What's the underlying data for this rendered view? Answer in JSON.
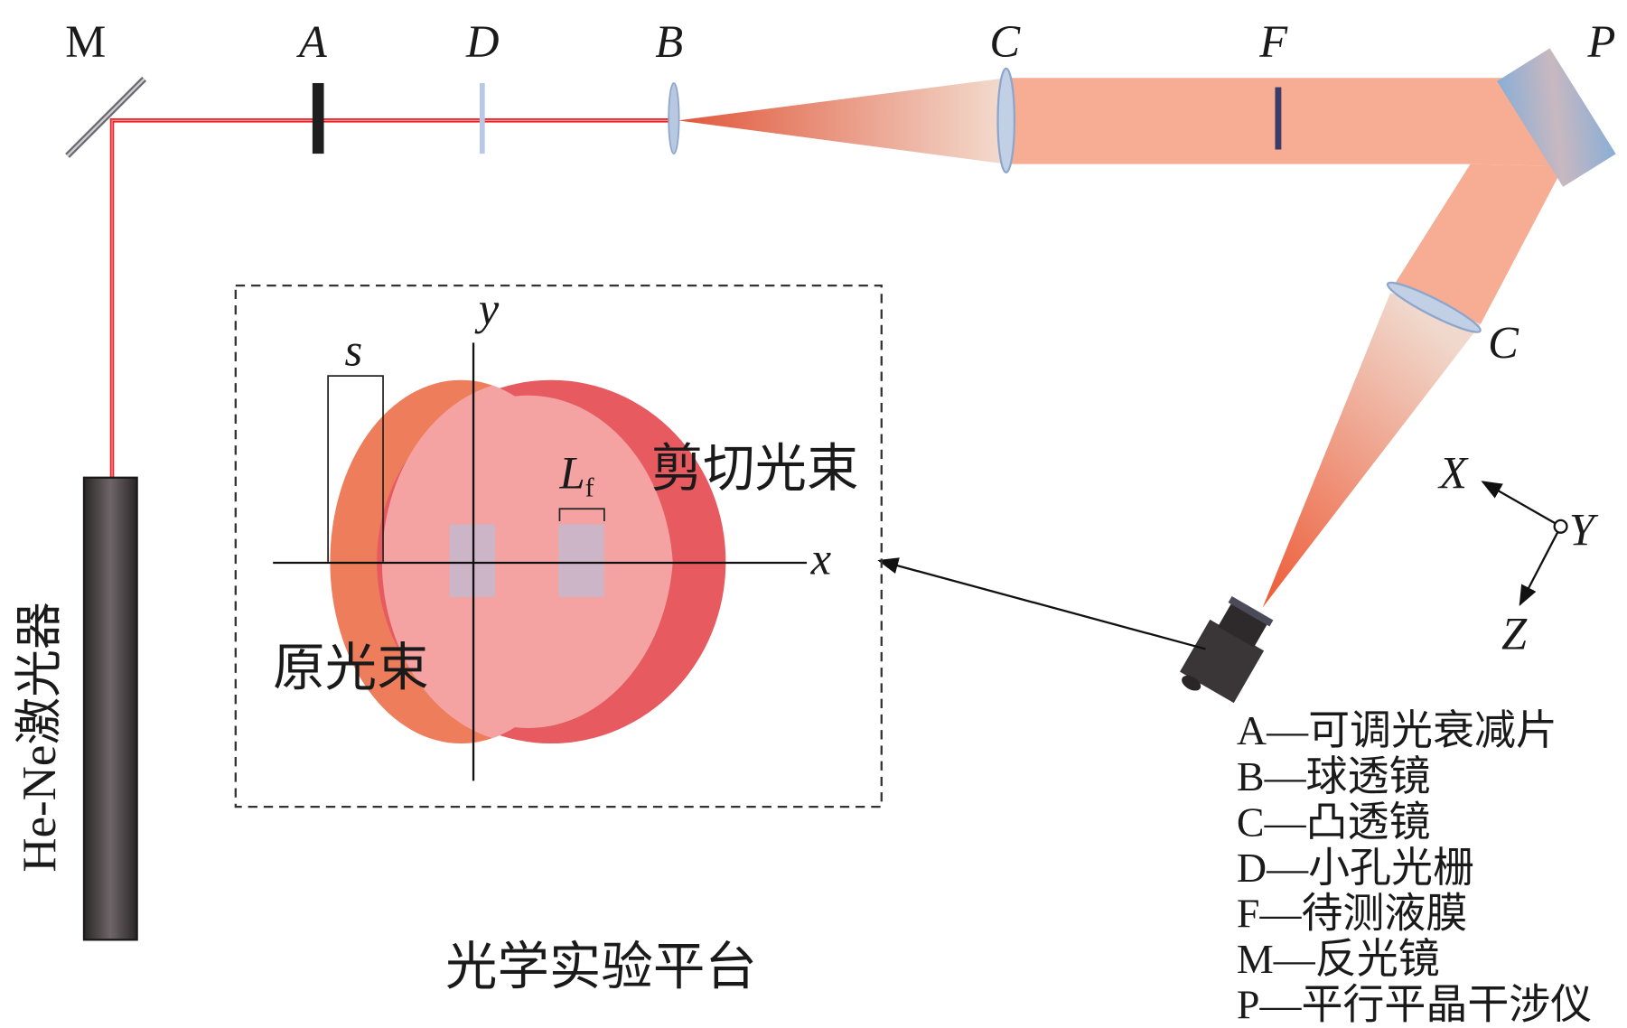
{
  "labels": {
    "M": "M",
    "A": "A",
    "D": "D",
    "B": "B",
    "C_top": "C",
    "F": "F",
    "P": "P",
    "C_side": "C"
  },
  "laser_label": "He-Ne激光器",
  "platform_label": "光学实验平台",
  "inset": {
    "x_axis": "x",
    "y_axis": "y",
    "s": "s",
    "L": "L",
    "L_sub": "f",
    "sheared_beam": "剪切光束",
    "original_beam": "原光束"
  },
  "axes3d": {
    "X": "X",
    "Y": "Y",
    "Z": "Z"
  },
  "legend": [
    "A—可调光衰减片",
    "B—球透镜",
    "C—凸透镜",
    "D—小孔光栅",
    "F—待测液膜",
    "M—反光镜",
    "P—平行平晶干涉仪"
  ],
  "colors": {
    "laser_line": "#e8262a",
    "wide_beam": "#f6ad93",
    "original_beam": "#ee7d5c",
    "sheared_beam": "#e65a60",
    "overlap": "#f4a3a2",
    "optic_blue": "#9fb7d6"
  }
}
